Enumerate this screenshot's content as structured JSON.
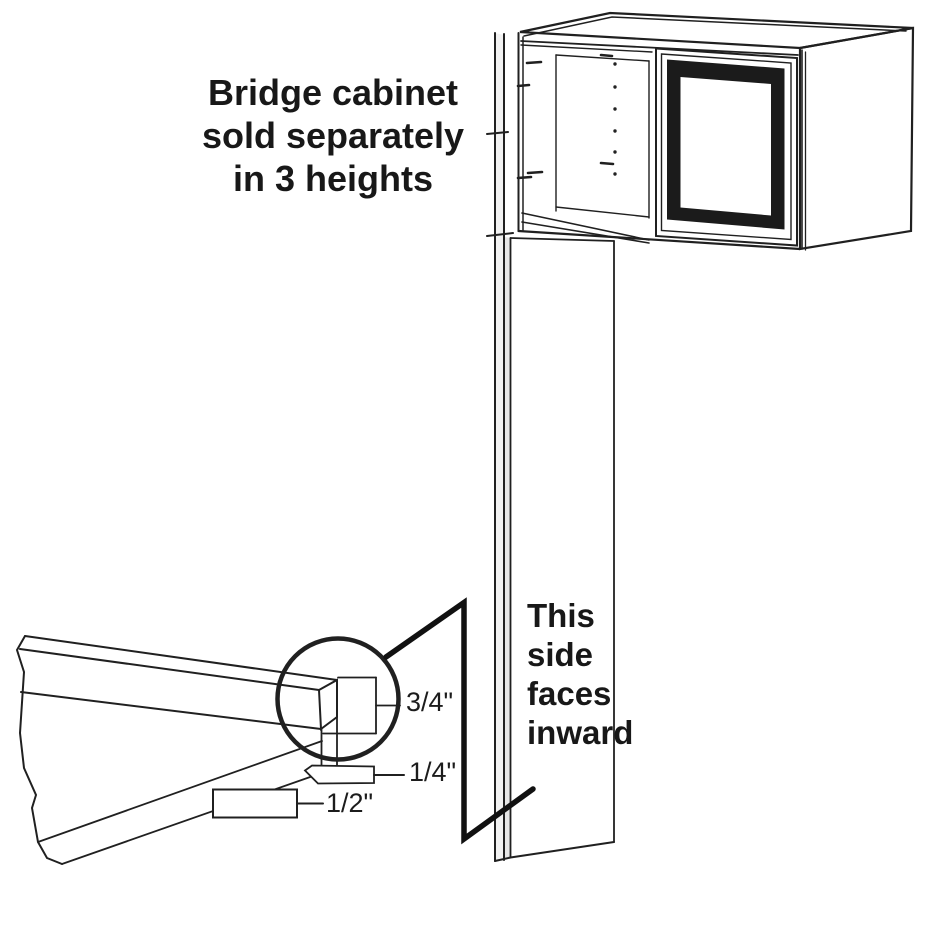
{
  "meta": {
    "background_color": "#ffffff",
    "line_color": "#202020",
    "door_panel_color": "#1b1b1b"
  },
  "labels": {
    "bridge_note": {
      "line1": "Bridge cabinet",
      "line2": "sold separately",
      "line3": "in 3 heights"
    },
    "side_note": {
      "line1": "This",
      "line2": "side",
      "line3": "faces",
      "line4": "inward"
    },
    "dimensions": {
      "rail_thickness": "3/4\"",
      "tab_thickness": "1/4\"",
      "board_thickness": "1/2\""
    }
  }
}
